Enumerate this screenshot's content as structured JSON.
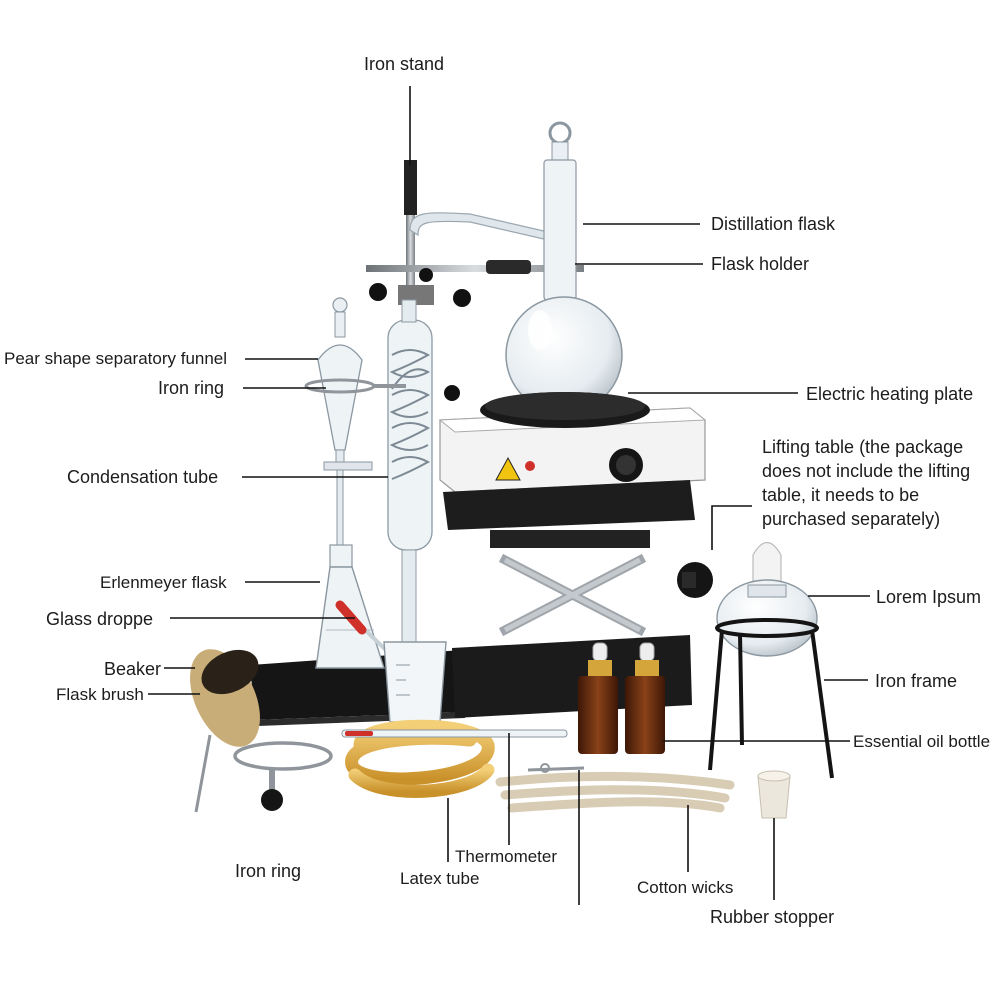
{
  "labels": {
    "iron_stand": "Iron stand",
    "distillation_flask": "Distillation flask",
    "flask_holder": "Flask holder",
    "separatory_funnel": "Pear shape separatory funnel",
    "iron_ring_top": "Iron ring",
    "electric_heating_plate": "Electric heating plate",
    "lifting_table": "Lifting table (the package does not include the lifting table, it needs to be purchased separately)",
    "condensation_tube": "Condensation tube",
    "erlenmeyer_flask": "Erlenmeyer flask",
    "lorem_ipsum": "Lorem Ipsum",
    "glass_dropper": "Glass droppe",
    "beaker": "Beaker",
    "iron_frame": "Iron frame",
    "flask_brush": "Flask brush",
    "essential_oil_bottle": "Essential oil bottle",
    "thermometer": "Thermometer",
    "iron_ring_bottom": "Iron ring",
    "latex_tube": "Latex tube",
    "cotton_wicks": "Cotton wicks",
    "rubber_stopper": "Rubber stopper"
  },
  "colors": {
    "glass": "#e8eef2",
    "metal": "#9ea3a8",
    "black": "#1b1b1b",
    "amber": "#6b2f12",
    "latex": "#e8b54a",
    "cotton": "#e6dcc8",
    "brush": "#c9ad78",
    "plate_white": "#f2f2f2",
    "red_accent": "#d0302a"
  }
}
